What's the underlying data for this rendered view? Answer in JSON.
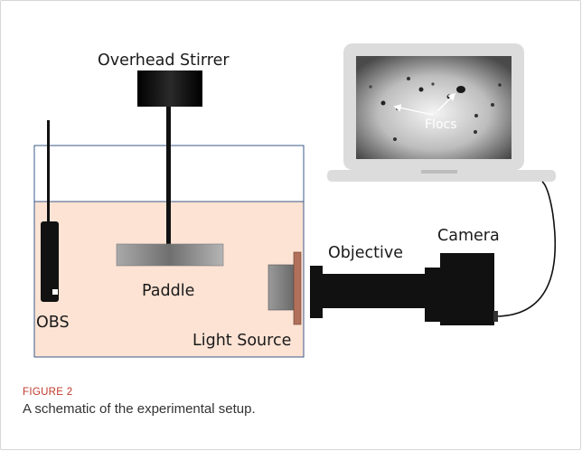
{
  "diagram": {
    "labels": {
      "overhead_stirrer": "Overhead Stirrer",
      "paddle": "Paddle",
      "obs": "OBS",
      "light_source": "Light Source",
      "objective": "Objective",
      "camera": "Camera",
      "flocs": "Flocs"
    }
  },
  "caption": {
    "label": "FIGURE 2",
    "text": "A schematic of the experimental setup."
  }
}
